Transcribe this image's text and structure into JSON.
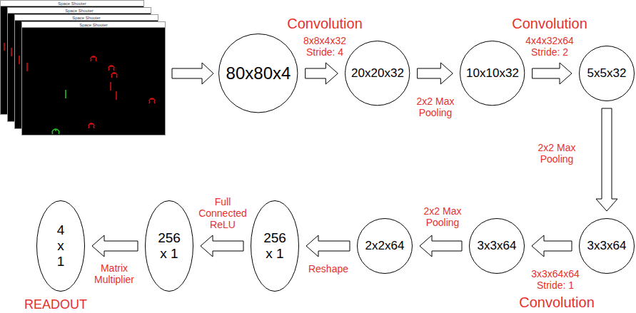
{
  "diagram": {
    "nodes": [
      {
        "text": [
          "80x80x4"
        ]
      },
      {
        "text": [
          "20x20x32"
        ]
      },
      {
        "text": [
          "10x10x32"
        ]
      },
      {
        "text": [
          "5x5x32"
        ]
      },
      {
        "text": [
          "3x3x64"
        ]
      },
      {
        "text": [
          "3x3x64"
        ]
      },
      {
        "text": [
          "2x2x64"
        ]
      },
      {
        "text": [
          "256 x 1"
        ]
      },
      {
        "text": [
          "256 x 1"
        ]
      },
      {
        "text": [
          "4 x 1"
        ]
      }
    ],
    "edges": [
      {
        "from": 0,
        "to": 1,
        "arrow": "to",
        "label": "8x8x4x32 Stride: 4"
      },
      {
        "from": 1,
        "to": 2,
        "arrow": "to",
        "label": "2x2 Max Pooling"
      },
      {
        "from": 2,
        "to": 3,
        "arrow": "to",
        "label": "4x4x32x64 Stride: 2"
      },
      {
        "from": 3,
        "to": 4,
        "arrow": "to",
        "label": "2x2 Max Pooling"
      },
      {
        "from": 4,
        "to": 5,
        "arrow": "to",
        "label": "3x3x64x64 Stride: 1"
      },
      {
        "from": 5,
        "to": 6,
        "arrow": "to",
        "label": "2x2 Max Pooling"
      },
      {
        "from": 6,
        "to": 7,
        "arrow": "to",
        "label": "Reshape"
      },
      {
        "from": 7,
        "to": 8,
        "arrow": "to",
        "label": "Full Connected ReLU"
      },
      {
        "from": 8,
        "to": 9,
        "arrow": "to",
        "label": "Matrix Multiplier"
      }
    ],
    "labels": [
      "Space Shooter",
      "Space Shooter",
      "Space Shooter",
      "Space Shooter",
      "Convolution",
      "Convolution",
      "Convolution",
      "READOUT"
    ]
  }
}
